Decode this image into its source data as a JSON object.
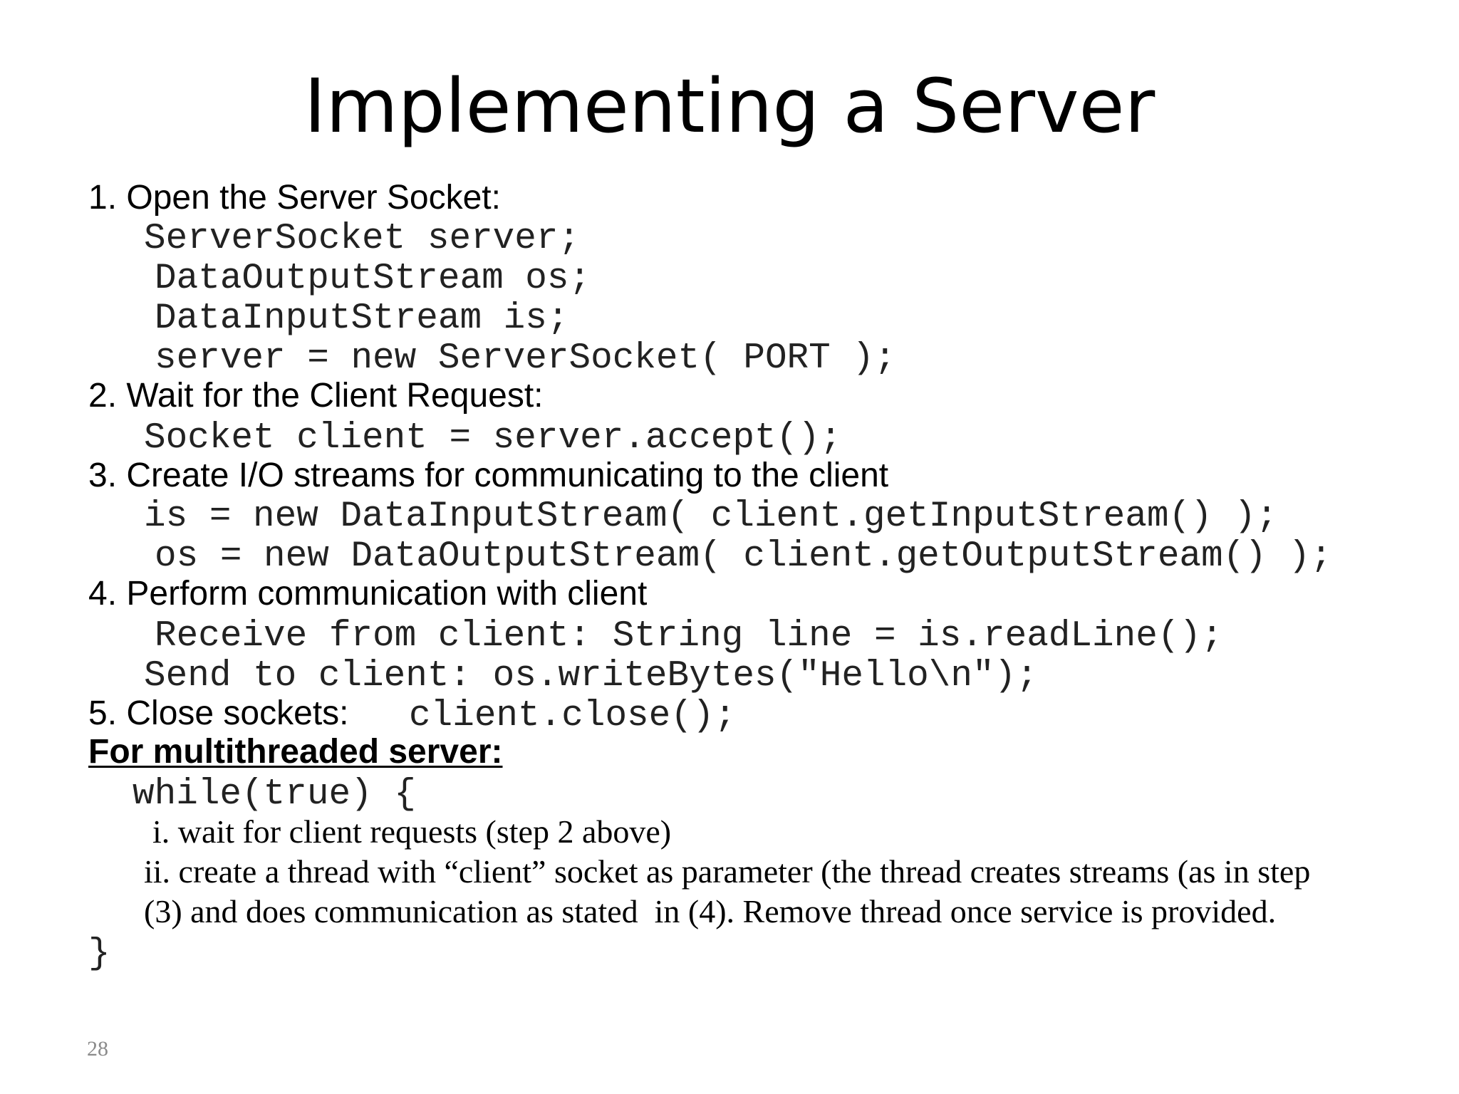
{
  "slide": {
    "title": "Implementing a Server",
    "page_number": "28",
    "steps": {
      "s1": "1. Open the Server Socket:",
      "s1_code1": "ServerSocket server;",
      "s1_code2": "DataOutputStream os;",
      "s1_code3": "DataInputStream is;",
      "s1_code4": "server = new ServerSocket( PORT );",
      "s2": "2. Wait for the Client Request:",
      "s2_code1": "Socket client = server.accept();",
      "s3": "3. Create I/O streams for communicating to the client",
      "s3_code1": "is = new DataInputStream( client.getInputStream() );",
      "s3_code2": "os = new DataOutputStream( client.getOutputStream() );",
      "s4": "4. Perform communication with client",
      "s4_code1": "Receive from client: String line = is.readLine();",
      "s4_code2": "Send to client: os.writeBytes(\"Hello\\n\");",
      "s5_label": "5. Close sockets:",
      "s5_code": "client.close();"
    },
    "multithreaded": {
      "heading": "For multithreaded server:",
      "loop_open": "while(true) {",
      "item1": "i. wait for client requests (step 2 above)",
      "item2_line1": "ii. create a thread with “client” socket as parameter (the thread creates streams (as in step",
      "item2_line2": "(3) and does communication as stated  in (4). Remove thread once service is provided.",
      "loop_close": "}"
    }
  }
}
